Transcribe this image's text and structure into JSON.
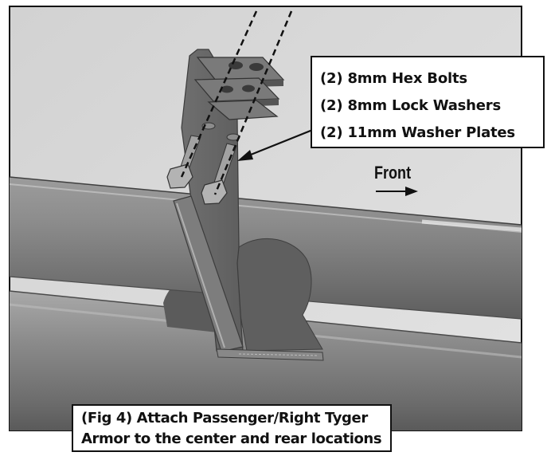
{
  "callout": {
    "lines": [
      "(2) 8mm Hex Bolts",
      "(2) 8mm Lock Washers",
      "(2) 11mm Washer Plates"
    ]
  },
  "direction": {
    "label": "Front"
  },
  "caption": {
    "line1": "(Fig 4) Attach Passenger/Right Tyger",
    "line2": "Armor to the center and rear locations"
  },
  "colors": {
    "frame_border": "#111111",
    "tube_mid": "#8a8a8a",
    "tube_highlight": "#c4c4c4",
    "tube_shadow": "#5a5a5a",
    "bracket": "#6b6b6b",
    "bracket_edge": "#9a9a9a"
  }
}
